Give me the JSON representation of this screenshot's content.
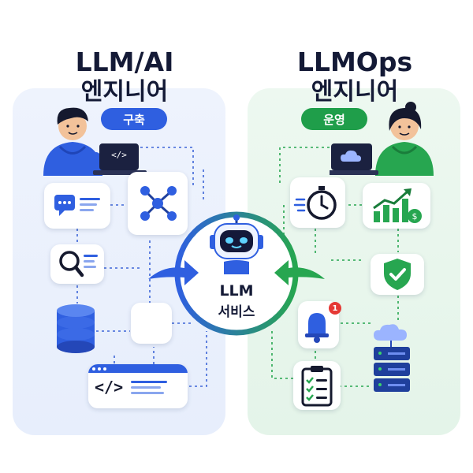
{
  "left": {
    "title_line1": "LLM/AI",
    "title_line2": "엔지니어",
    "badge": "구축",
    "laptop_code": "</>",
    "color": "#2f5fe0"
  },
  "right": {
    "title_line1": "LLMOps",
    "title_line2": "엔지니어",
    "badge": "운영",
    "alert_count": "1",
    "color": "#1f9e4a"
  },
  "center": {
    "line1": "LLM",
    "line2": "서비스"
  },
  "code_window": {
    "code": "</>"
  }
}
